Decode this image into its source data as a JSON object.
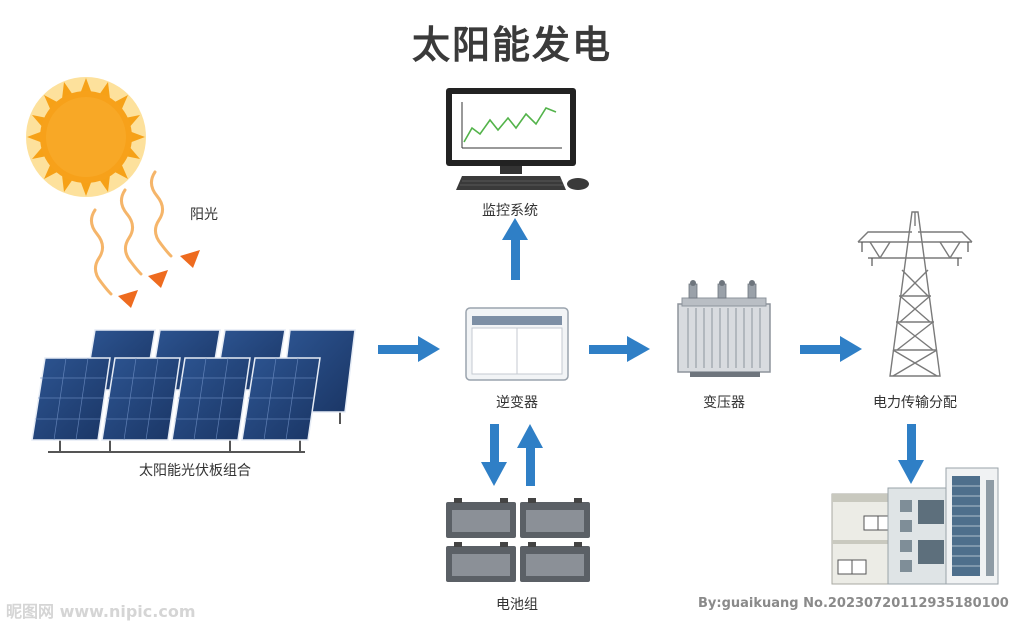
{
  "title": "太阳能发电",
  "labels": {
    "sunlight": "阳光",
    "solar_panels": "太阳能光伏板组合",
    "monitoring": "监控系统",
    "inverter": "逆变器",
    "transformer": "变压器",
    "transmission": "电力传输分配",
    "battery": "电池组"
  },
  "watermark": {
    "left": "昵图网 www.nipic.com",
    "right": "By:guaikuang No.20230720112935180100"
  },
  "colors": {
    "arrow": "#2f7fc6",
    "panel": "#23447a",
    "sun": "#f7a11a",
    "ray": "#f29a3c"
  }
}
